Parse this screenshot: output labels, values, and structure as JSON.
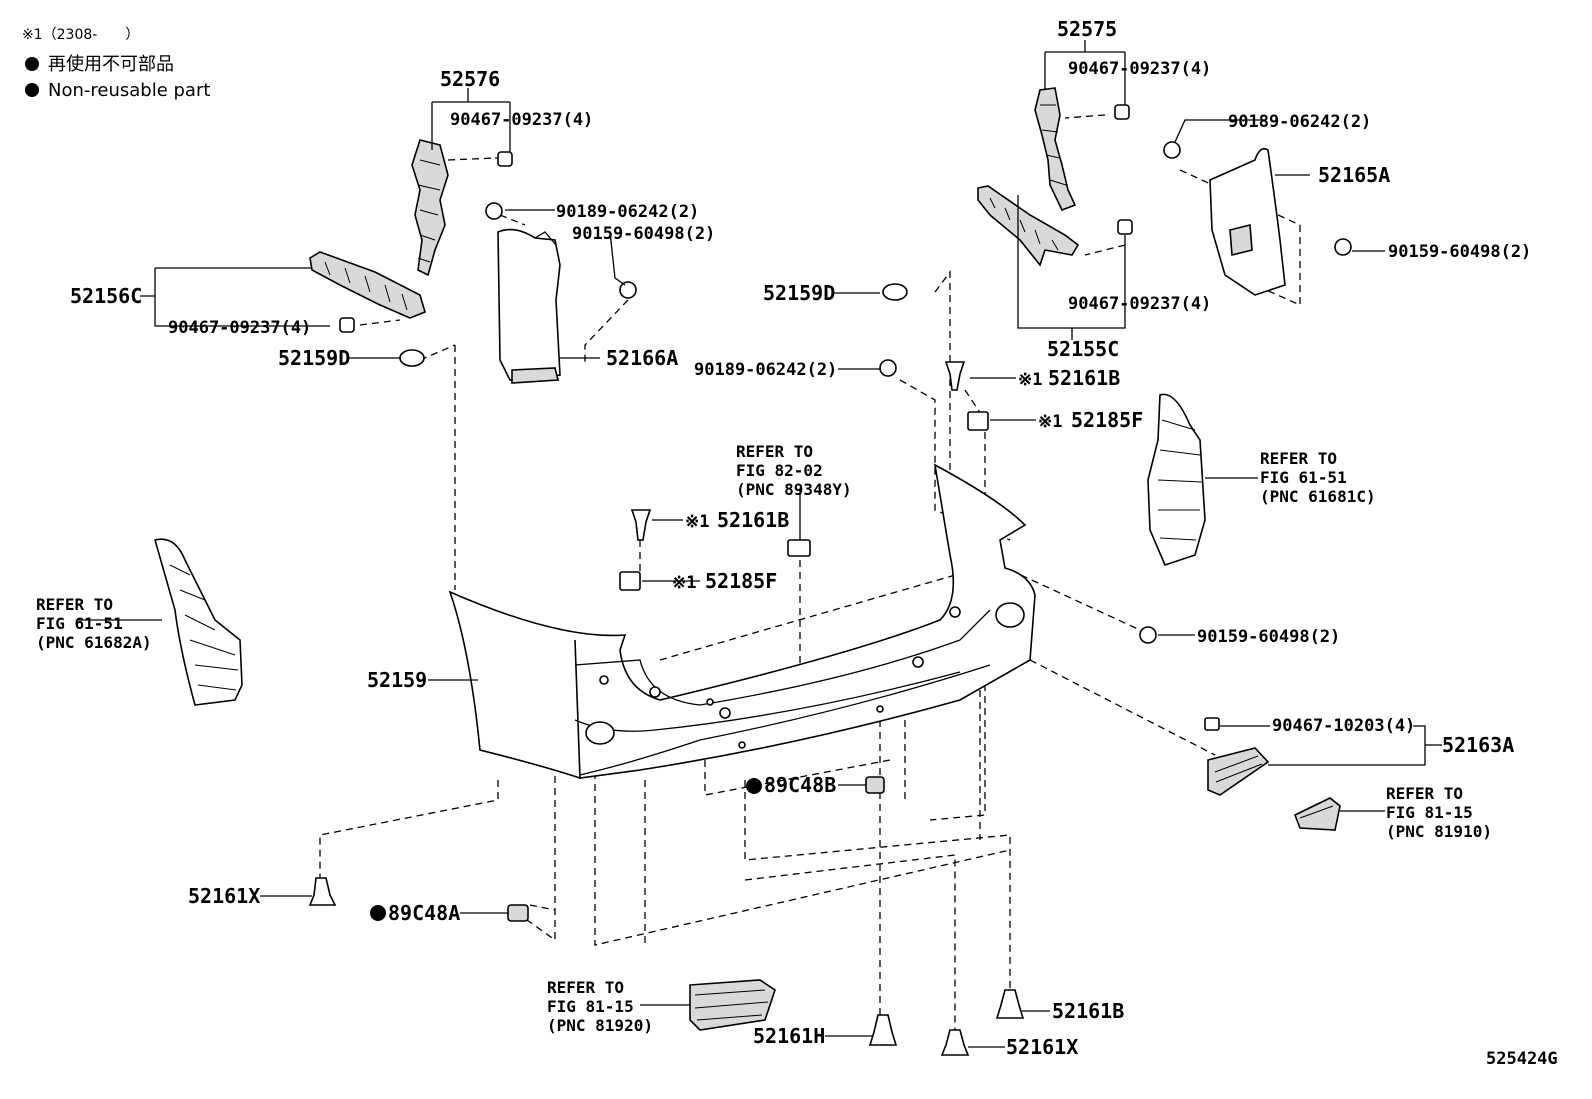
{
  "legend": {
    "note": "※1（2308-　　）",
    "line_jp": "再使用不可部品",
    "line_en": "Non-reusable part"
  },
  "labels": {
    "p52576": "52576",
    "p52575": "52575",
    "bolt_a": "90467-09237(4)",
    "bolt_b": "90467-09237(4)",
    "bolt_c": "90467-09237(4)",
    "bolt_d": "90467-09237(4)",
    "clip_a": "90189-06242(2)",
    "clip_b": "90189-06242(2)",
    "clip_c": "90189-06242(2)",
    "screw_a": "90159-60498(2)",
    "screw_b": "90159-60498(2)",
    "screw_c": "90159-60498(2)",
    "p52165A": "52165A",
    "p52156C": "52156C",
    "p52159D_a": "52159D",
    "p52159D_b": "52159D",
    "p52166A": "52166A",
    "p52155C": "52155C",
    "mark1": "※1",
    "mark2": "※1",
    "mark3": "※1",
    "mark4": "※1",
    "p52161B_a": "52161B",
    "p52161B_b": "52161B",
    "p52161B_c": "52161B",
    "p52185F_a": "52185F",
    "p52185F_b": "52185F",
    "p52159": "52159",
    "p89C48B": "89C48B",
    "p89C48A": "89C48A",
    "p52161X_a": "52161X",
    "p52161X_b": "52161X",
    "p52161H": "52161H",
    "bolt_e": "90467-10203(4)",
    "p52163A": "52163A",
    "diagram_id": "525424G"
  },
  "refs": {
    "r1": [
      "REFER TO",
      "FIG 82-02",
      "(PNC 89348Y)"
    ],
    "r2": [
      "REFER TO",
      "FIG 61-51",
      "(PNC 61681C)"
    ],
    "r3": [
      "REFER TO",
      "FIG 61-51",
      "(PNC 61682A)"
    ],
    "r4": [
      "REFER TO",
      "FIG 81-15",
      "(PNC 81910)"
    ],
    "r5": [
      "REFER TO",
      "FIG 81-15",
      "(PNC 81920)"
    ]
  }
}
